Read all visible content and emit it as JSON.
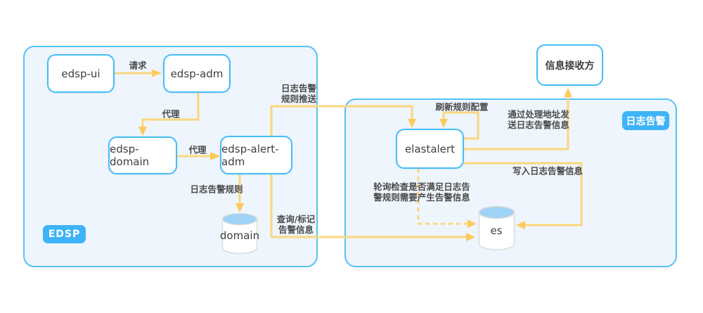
{
  "diagram": {
    "title_hint": "EDSP log alerting architecture diagram",
    "containers": {
      "edsp": {
        "label": "EDSP"
      },
      "log_alert": {
        "label": "日志告警"
      }
    },
    "nodes": {
      "edsp_ui": {
        "label": "edsp-ui"
      },
      "edsp_adm": {
        "label": "edsp-adm"
      },
      "edsp_domain": {
        "label": "edsp-domain"
      },
      "edsp_alert_adm": {
        "label": "edsp-alert-adm"
      },
      "domain_db": {
        "label": "domain"
      },
      "elastalert": {
        "label": "elastalert"
      },
      "es_db": {
        "label": "es"
      },
      "receiver": {
        "label": "信息接收方"
      }
    },
    "edges": {
      "request": {
        "label": "请求"
      },
      "proxy_1": {
        "label": "代理"
      },
      "proxy_2": {
        "label": "代理"
      },
      "alert_rule": {
        "label": "日志告警规则"
      },
      "rule_push": {
        "line1": "日志告警",
        "line2": "规则推送"
      },
      "query_mark": {
        "line1": "查询/标记",
        "line2": "告警信息"
      },
      "refresh_rules": {
        "label": "刷新规则配置"
      },
      "send_via_handler": {
        "line1": "通过处理地址发",
        "line2": "送日志告警信息"
      },
      "write_alert": {
        "label": "写入日志告警信息"
      },
      "poll_check": {
        "line1": "轮询检查是否满足日志告",
        "line2": "警规则需要产生告警信息"
      }
    },
    "colors": {
      "container_border": "#58C1F6",
      "container_fill": "#EEF5FC",
      "node_border": "#45BCF8",
      "badge_bg": "#3EB3F7",
      "arrow_line": "#FAD77E",
      "arrow_head": "#FBCB5C",
      "cylinder_top": "#9FD3F5",
      "label_text": "#4A4A4A"
    }
  }
}
